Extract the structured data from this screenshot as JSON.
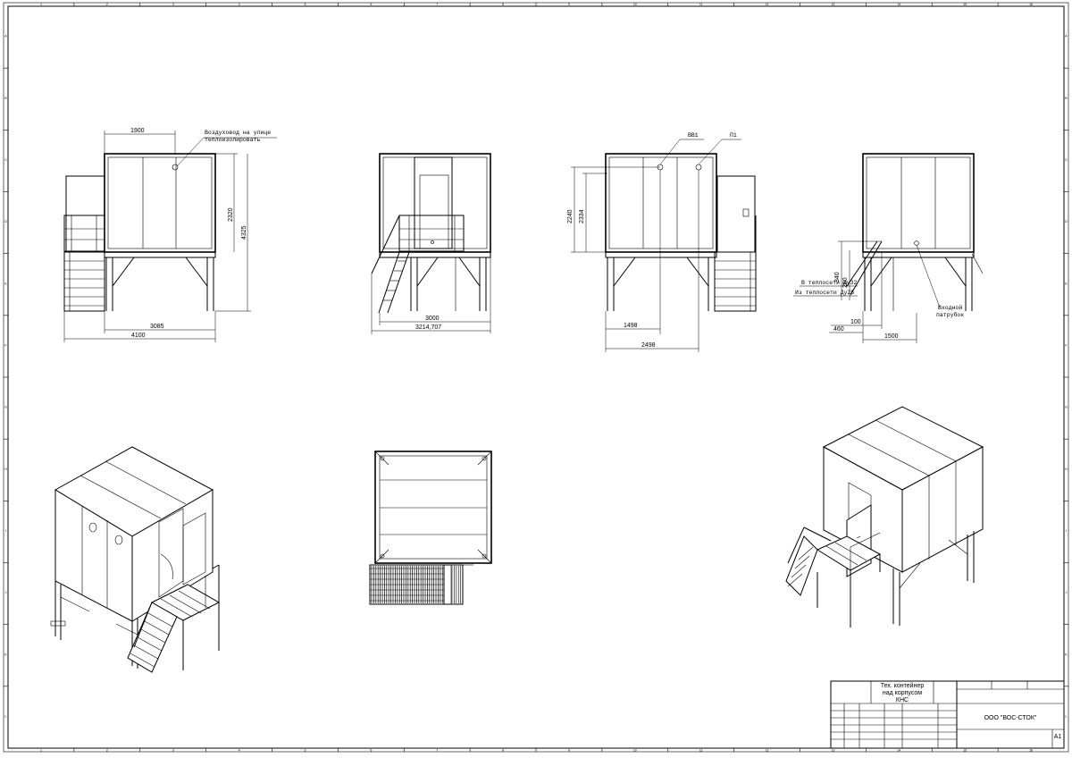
{
  "frame": {
    "columns": [
      "1",
      "2",
      "3",
      "4",
      "5",
      "6",
      "7",
      "8",
      "9",
      "10",
      "11",
      "12",
      "13",
      "14",
      "15",
      "16"
    ],
    "rows": [
      "A",
      "B",
      "C",
      "D",
      "E",
      "F",
      "G",
      "H",
      "I",
      "J",
      "K",
      "L"
    ]
  },
  "view_side_left": {
    "dim_top": "1900",
    "dim_height_upper": "2320",
    "dim_height_total": "4325",
    "dim_bottom_inner": "3085",
    "dim_bottom_outer": "4100",
    "note_line1": "Воздуховод на улице",
    "note_line2": "теплоизолировать"
  },
  "view_front": {
    "dim_inner": "3000",
    "dim_outer": "3214,707"
  },
  "view_side_right": {
    "label_vv": "ВВ1",
    "label_p": "П1",
    "dim_h1": "2240",
    "dim_h2": "2334",
    "dim_bottom1": "1498",
    "dim_bottom2": "2498"
  },
  "view_rear": {
    "dim_a": "460",
    "dim_b": "100",
    "dim_c": "1500",
    "dim_d": "340",
    "dim_e": "280",
    "note_in1": "В теплосети Ду32",
    "note_in2": "Из теплосети Ду25",
    "note_out1": "Входной",
    "note_out2": "патрубок"
  },
  "title_block": {
    "line1": "Тех. контейнер",
    "line2": "над корпусом",
    "line3": "КНС",
    "company": "ООО \"ВОС-СТОК\"",
    "sheet": "А1"
  }
}
